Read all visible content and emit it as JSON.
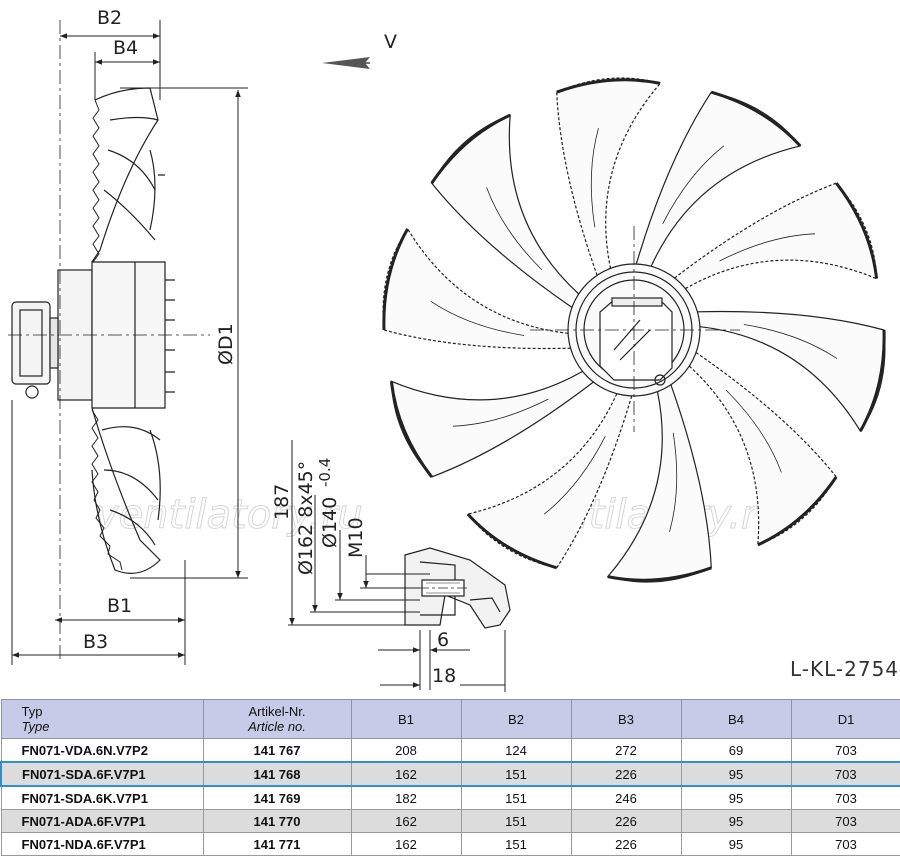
{
  "drawing": {
    "dimension_labels": {
      "b2": "B2",
      "b4": "B4",
      "b1": "B1",
      "b3": "B3",
      "d1": "ØD1",
      "v": "V",
      "h187": "187",
      "bolt_circle": "Ø162 8x45°",
      "bore": "Ø140",
      "bore_tol": "-0.4",
      "thread": "M10",
      "d6": "6",
      "d18": "18"
    },
    "reference": "L-KL-2754",
    "watermark": "ventilatory.ru"
  },
  "table": {
    "headers": [
      {
        "main": "Typ",
        "sub": "Type"
      },
      {
        "main": "Artikel-Nr.",
        "sub": "Article no."
      },
      {
        "main": "B1",
        "sub": ""
      },
      {
        "main": "B2",
        "sub": ""
      },
      {
        "main": "B3",
        "sub": ""
      },
      {
        "main": "B4",
        "sub": ""
      },
      {
        "main": "D1",
        "sub": ""
      }
    ],
    "rows": [
      {
        "type": "FN071-VDA.6N.V7P2",
        "article": "141 767",
        "b1": "208",
        "b2": "124",
        "b3": "272",
        "b4": "69",
        "d1": "703"
      },
      {
        "type": "FN071-SDA.6F.V7P1",
        "article": "141 768",
        "b1": "162",
        "b2": "151",
        "b3": "226",
        "b4": "95",
        "d1": "703"
      },
      {
        "type": "FN071-SDA.6K.V7P1",
        "article": "141 769",
        "b1": "182",
        "b2": "151",
        "b3": "246",
        "b4": "95",
        "d1": "703"
      },
      {
        "type": "FN071-ADA.6F.V7P1",
        "article": "141 770",
        "b1": "162",
        "b2": "151",
        "b3": "226",
        "b4": "95",
        "d1": "703"
      },
      {
        "type": "FN071-NDA.6F.V7P1",
        "article": "141 771",
        "b1": "162",
        "b2": "151",
        "b3": "226",
        "b4": "95",
        "d1": "703"
      }
    ]
  }
}
